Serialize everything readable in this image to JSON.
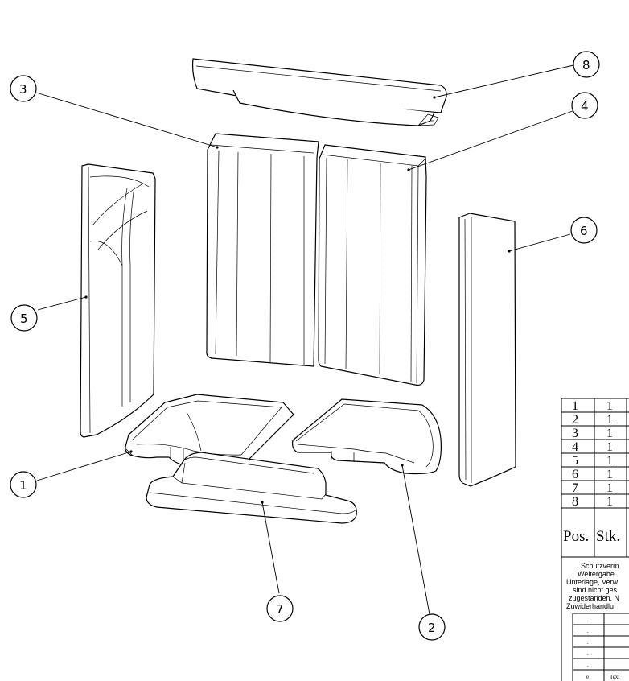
{
  "callouts": [
    "1",
    "2",
    "3",
    "4",
    "5",
    "6",
    "7",
    "8"
  ],
  "parts_table": {
    "rows": [
      {
        "pos": "1",
        "qty": "1"
      },
      {
        "pos": "2",
        "qty": "1"
      },
      {
        "pos": "3",
        "qty": "1"
      },
      {
        "pos": "4",
        "qty": "1"
      },
      {
        "pos": "5",
        "qty": "1"
      },
      {
        "pos": "6",
        "qty": "1"
      },
      {
        "pos": "7",
        "qty": "1"
      },
      {
        "pos": "8",
        "qty": "1"
      }
    ],
    "header_pos": "Pos.",
    "header_qty": "Stk."
  },
  "protection_note": {
    "lines": [
      "Schutzverm",
      "Weitergabe",
      "Unterlage, Verw",
      "sind nicht ges",
      "zugestanden. N",
      "Zuwiderhandlu"
    ]
  },
  "title_block": {
    "revision_marks": [
      ".",
      ".",
      ".",
      ".",
      "."
    ],
    "bottom_left": "e",
    "bottom_text": "Text"
  }
}
